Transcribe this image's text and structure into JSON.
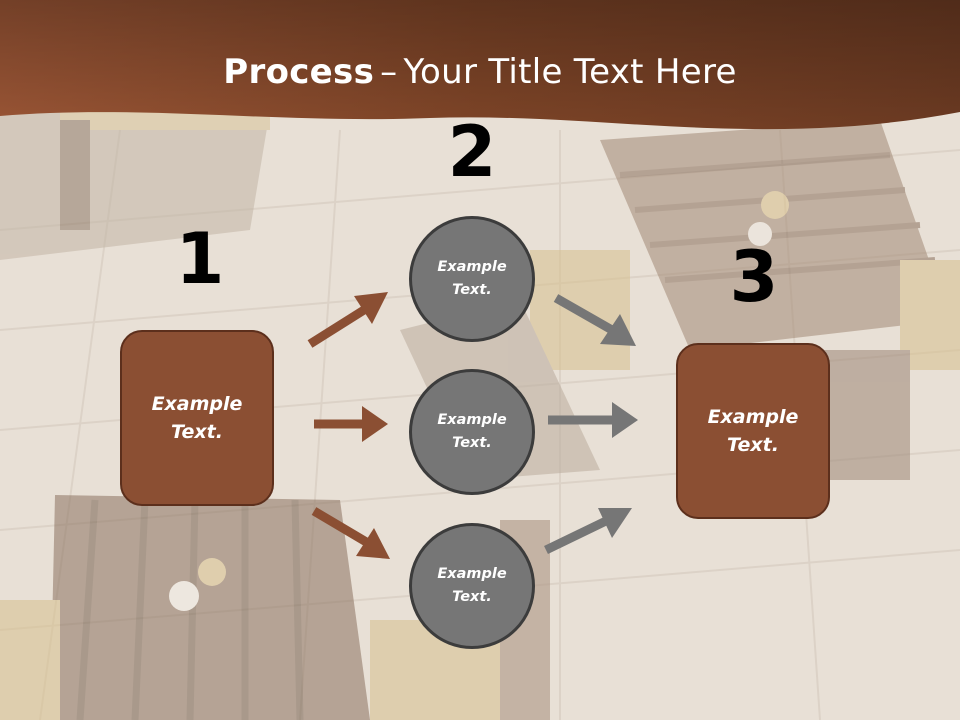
{
  "slide": {
    "title_bold": "Process",
    "title_separator": "–",
    "title_rest": "Your Title Text Here",
    "accent_color": "#8b4f33",
    "circle_color": "#767676"
  },
  "steps": {
    "step1_number": "1",
    "step2_number": "2",
    "step3_number": "3"
  },
  "nodes": {
    "left_box": "Example\nText.",
    "circle_top": "Example\nText.",
    "circle_middle": "Example\nText.",
    "circle_bottom": "Example\nText.",
    "right_box": "Example\nText."
  }
}
